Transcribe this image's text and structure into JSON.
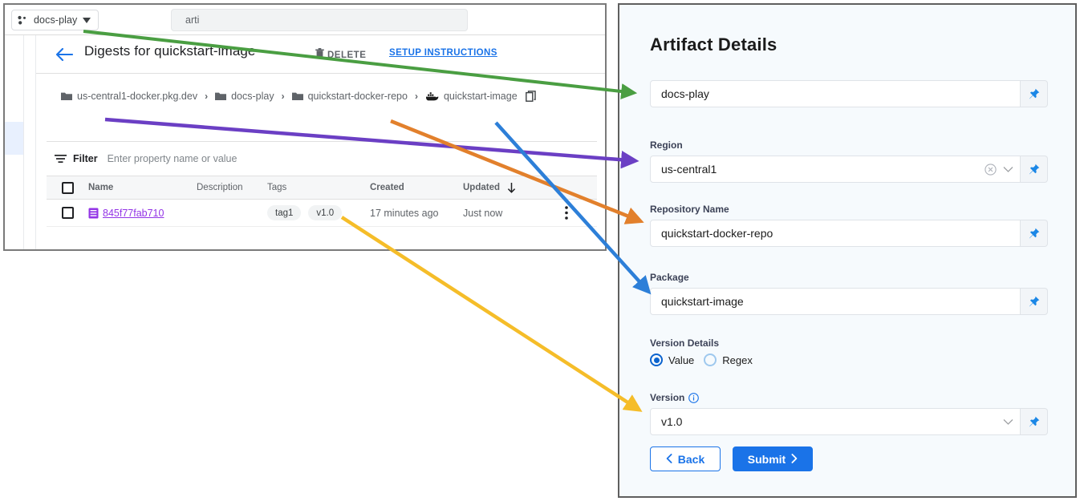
{
  "console": {
    "project_selector": {
      "label": "docs-play",
      "icon": "project-dots-icon",
      "caret": "chevron-down-icon"
    },
    "search": {
      "value": "arti"
    },
    "header": {
      "back": "back-arrow-icon",
      "title": "Digests for quickstart-image",
      "delete_label": "DELETE",
      "setup_link": "SETUP INSTRUCTIONS"
    },
    "breadcrumb": {
      "items": [
        {
          "label": "us-central1-docker.pkg.dev",
          "icon": "folder-icon"
        },
        {
          "label": "docs-play",
          "icon": "folder-icon"
        },
        {
          "label": "quickstart-docker-repo",
          "icon": "folder-icon"
        },
        {
          "label": "quickstart-image",
          "icon": "docker-whale-icon"
        }
      ],
      "separator": "›",
      "copy_icon": "copy-icon"
    },
    "filter": {
      "label": "Filter",
      "placeholder": "Enter property name or value",
      "icon": "filter-icon"
    },
    "table": {
      "columns": [
        "Name",
        "Description",
        "Tags",
        "Created",
        "Updated"
      ],
      "sort_column": "Updated",
      "sort_direction_icon": "arrow-down-icon",
      "rows": [
        {
          "name": "845f77fab710",
          "description": "",
          "tags": [
            "tag1",
            "v1.0"
          ],
          "created": "17 minutes ago",
          "updated": "Just now"
        }
      ]
    }
  },
  "panel": {
    "title": "Artifact Details",
    "fields": [
      {
        "label": "",
        "value": "docs-play",
        "has_clear": false,
        "has_chevron": false
      },
      {
        "label": "Region",
        "value": "us-central1",
        "has_clear": true,
        "has_chevron": true
      },
      {
        "label": "Repository Name",
        "value": "quickstart-docker-repo",
        "has_clear": false,
        "has_chevron": false
      },
      {
        "label": "Package",
        "value": "quickstart-image",
        "has_clear": false,
        "has_chevron": false
      }
    ],
    "version_details": {
      "label": "Version Details",
      "options": [
        {
          "label": "Value",
          "selected": true
        },
        {
          "label": "Regex",
          "selected": false
        }
      ]
    },
    "version": {
      "label": "Version",
      "info_icon": "info-icon",
      "value": "v1.0",
      "has_chevron": true
    },
    "buttons": {
      "back": "Back",
      "submit": "Submit"
    },
    "pin_icon": "pin-icon"
  },
  "annotations": {
    "arrows": [
      {
        "name": "arrow-project-to-docs-play",
        "color": "#4a9e42"
      },
      {
        "name": "arrow-breadcrumb-to-region",
        "color": "#6b3fc4"
      },
      {
        "name": "arrow-repo-to-repository-name",
        "color": "#e2802c"
      },
      {
        "name": "arrow-image-to-package",
        "color": "#2d7fd8"
      },
      {
        "name": "arrow-tag-to-version",
        "color": "#f5bd29"
      }
    ]
  },
  "colors": {
    "link_blue": "#1a73e8",
    "visited_purple": "#9334e6",
    "panel_bg": "#f6fafd"
  }
}
